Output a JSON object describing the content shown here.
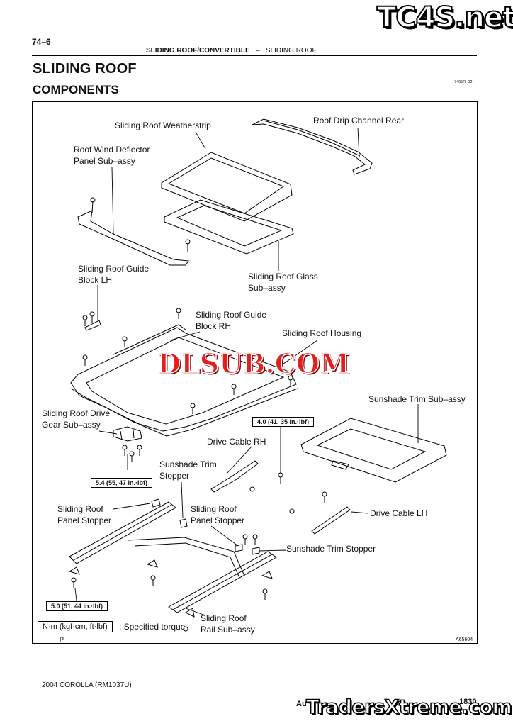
{
  "header": {
    "page_number": "74–6",
    "section": "SLIDING ROOF/CONVERTIBLE",
    "separator": "–",
    "subsection": "SLIDING ROOF"
  },
  "title": "SLIDING ROOF",
  "subtitle": "COMPONENTS",
  "doc_code": "7405R–02",
  "labels": {
    "weatherstrip": "Sliding Roof Weatherstrip",
    "drip_channel": "Roof Drip Channel Rear",
    "deflector_1": "Roof Wind Deflector",
    "deflector_2": "Panel Sub–assy",
    "guide_lh_1": "Sliding Roof Guide",
    "guide_lh_2": "Block LH",
    "glass_1": "Sliding Roof Glass",
    "glass_2": "Sub–assy",
    "guide_rh_1": "Sliding Roof Guide",
    "guide_rh_2": "Block RH",
    "housing": "Sliding Roof Housing",
    "sunshade_trim": "Sunshade Trim Sub–assy",
    "drive_gear_1": "Sliding Roof Drive",
    "drive_gear_2": "Gear Sub–assy",
    "cable_rh": "Drive Cable RH",
    "stopper_trim_1": "Sunshade Trim",
    "stopper_trim_2": "Stopper",
    "panel_stopper_l1": "Sliding Roof",
    "panel_stopper_l2": "Panel Stopper",
    "panel_stopper_r1": "Sliding Roof",
    "panel_stopper_r2": "Panel Stopper",
    "cable_lh": "Drive Cable LH",
    "sunshade_stopper": "Sunshade Trim Stopper",
    "rail_1": "Sliding Roof",
    "rail_2": "Rail Sub–assy",
    "specified_torque": ": Specified torque",
    "figure_p": "P",
    "figure_code": "A65604"
  },
  "torques": {
    "t1": "4.0 (41, 35 in.·lbf)",
    "t2": "5.4 (55, 47 in.·lbf)",
    "t3": "5.0 (51, 44 in.·lbf)"
  },
  "legend_unit": "N·m (kgf·cm, ft·lbf)",
  "footer": "2004 COROLLA   (RM1037U)",
  "watermarks": {
    "top": "TC4S.net",
    "middle": "DLSUB.COM",
    "bottom": "TradersXtreme.com"
  },
  "bottom_strip": {
    "left": "Au",
    "right": "1830"
  }
}
